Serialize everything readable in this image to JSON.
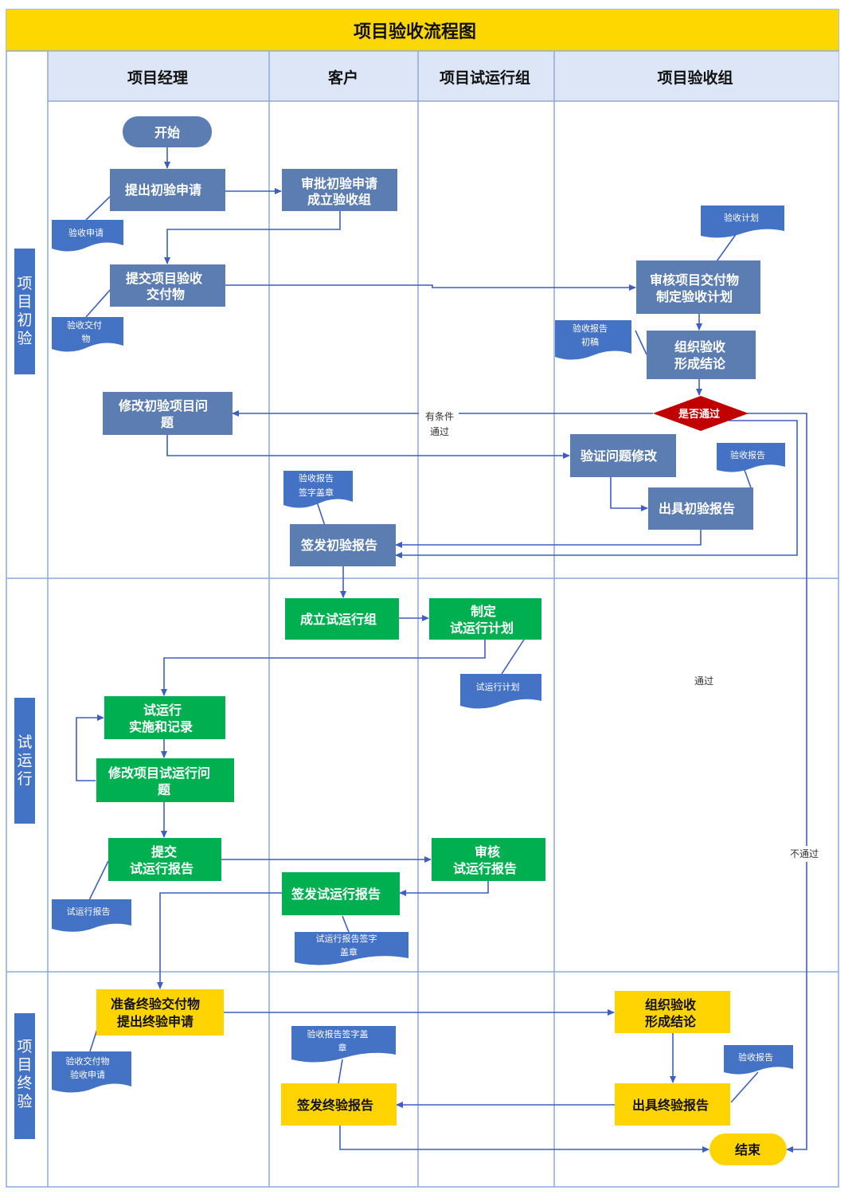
{
  "title": "项目验收流程图",
  "lanes": [
    "项目经理",
    "客户",
    "项目试运行组",
    "项目验收组"
  ],
  "phases": [
    {
      "chars": [
        "项",
        "目",
        "初",
        "验"
      ]
    },
    {
      "chars": [
        "试",
        "运",
        "行"
      ]
    },
    {
      "chars": [
        "项",
        "目",
        "终",
        "验"
      ]
    }
  ],
  "nodes": {
    "start": "开始",
    "submit_initial": "提出初验申请",
    "approve": [
      "审批初验申请",
      "成立验收组"
    ],
    "submit_deliverables": [
      "提交项目验收",
      "交付物"
    ],
    "review_plan": [
      "审核项目交付物",
      "制定验收计划"
    ],
    "organize1": [
      "组织验收",
      "形成结论"
    ],
    "decision": "是否通过",
    "fix_issues": [
      "修改初验项目问",
      "题"
    ],
    "verify_fix": "验证问题修改",
    "issue_initial_report": "出具初验报告",
    "sign_initial": "签发初验报告",
    "establish_trial": "成立试运行组",
    "make_trial_plan": [
      "制定",
      "试运行计划"
    ],
    "trial_impl": [
      "试运行",
      "实施和记录"
    ],
    "fix_trial": [
      "修改项目试运行问",
      "题"
    ],
    "submit_trial": [
      "提交",
      "试运行报告"
    ],
    "review_trial": [
      "审核",
      "试运行报告"
    ],
    "sign_trial": "签发试运行报告",
    "prepare_final": [
      "准备终验交付物",
      "提出终验申请"
    ],
    "organize2": [
      "组织验收",
      "形成结论"
    ],
    "issue_final_report": "出具终验报告",
    "sign_final": "签发终验报告",
    "end": "结束"
  },
  "docs": {
    "d_apply": "验收申请",
    "d_deliv": [
      "验收交付",
      "物"
    ],
    "d_plan": "验收计划",
    "d_draft": [
      "验收报告",
      "初稿"
    ],
    "d_report1": "验收报告",
    "d_sign1": [
      "验收报告",
      "签字盖章"
    ],
    "d_trialplan": "试运行计划",
    "d_trialreport": "试运行报告",
    "d_trialsign": [
      "试运行报告签字",
      "盖章"
    ],
    "d_final_deliv": [
      "验收交付物",
      "验收申请"
    ],
    "d_sign2": [
      "验收报告签字盖",
      "章"
    ],
    "d_report2": "验收报告"
  },
  "edge_labels": {
    "conditional": [
      "有条件",
      "通过"
    ],
    "pass": "通过",
    "fail": "不通过"
  },
  "colors": {
    "title_bar": "#FFD700",
    "lane_header": "#DCE6F7",
    "phase_label": "#4472C4",
    "grid": "#8EA9DB",
    "blue_box": "#5B7DB1",
    "green_box": "#00B050",
    "yellow_box": "#FFD400",
    "doc": "#4472C4",
    "decision": "#C00000",
    "arrow": "#3F5FBF"
  }
}
